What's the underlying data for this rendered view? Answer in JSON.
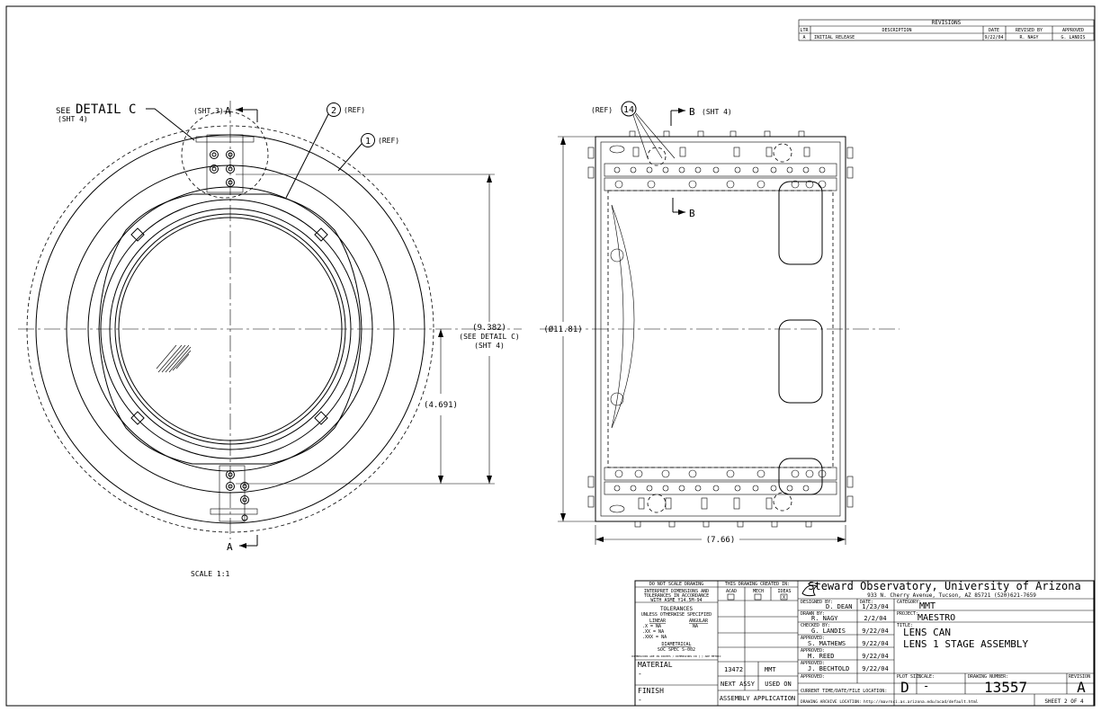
{
  "revisions": {
    "title": "REVISIONS",
    "headers": [
      "LTR",
      "DESCRIPTION",
      "DATE",
      "REVISED BY",
      "APPROVED"
    ],
    "rows": [
      [
        "A",
        "INITIAL RELEASE",
        "9/22/04",
        "R. NAGY",
        "G. LANDIS"
      ]
    ]
  },
  "left_view": {
    "see_detail_see": "SEE",
    "see_detail_name": "DETAIL C",
    "see_detail_sheet": "(SHT 4)",
    "section_top_sheet": "(SHT 3)",
    "section_letter": "A",
    "balloon_2": "2",
    "balloon_2_ref": "(REF)",
    "balloon_1": "1",
    "balloon_1_ref": "(REF)",
    "dim_9382": "(9.382)",
    "dim_9382_note1": "(SEE DETAIL C)",
    "dim_9382_note2": "(SHT 4)",
    "dim_4691": "(4.691)",
    "scale": "SCALE 1:1"
  },
  "right_view": {
    "ref_label": "(REF)",
    "balloon_14": "14",
    "section_b": "B",
    "section_b_sheet": "(SHT 4)",
    "dim_diameter": "(Ø11.81)",
    "dim_width": "(7.66)"
  },
  "title_block": {
    "do_not_scale": "DO NOT SCALE DRAWING",
    "interpret_1": "INTERPRET DIMENSIONS AND",
    "interpret_2": "TOLERANCES IN ACCORDANCE",
    "interpret_3": "WITH ASME Y14.5M-94",
    "tolerances": "TOLERANCES",
    "unless": "UNLESS OTHERWISE SPECIFIED",
    "linear": "LINEAR",
    "angular": "ANGULAR",
    "tol_x": ".X  = NA",
    "tol_xx": ".XX = NA",
    "tol_xxx": ".XXX = NA",
    "tol_ang": "NA",
    "diametrical": "DIAMETRICAL",
    "soc_spec": "SOC SPEC S-002",
    "dim_note": "DIMENSIONS ARE IN INCHES / DIMENSIONS IN [ ] ARE METRIC",
    "material": "MATERIAL",
    "material_value": "-",
    "finish": "FINISH",
    "finish_value": "-",
    "created_in": "THIS DRAWING CREATED IN:",
    "sw_acad": "ACAD",
    "sw_mech": "MECH",
    "sw_ideas": "IDEAS",
    "sw_check": "X",
    "next_assy_value": "13472",
    "used_on_value": "MMT",
    "next_assy": "NEXT ASSY",
    "used_on": "USED ON",
    "assembly_app": "ASSEMBLY APPLICATION",
    "org_name": "Steward Observatory, University of Arizona",
    "org_address": "933 N. Cherry Avenue, Tucson, AZ  85721  (520)621-7659",
    "designed_by_label": "DESIGNED BY:",
    "designed_by": "D. DEAN",
    "date_label": "DATE:",
    "designed_date": "1/23/04",
    "drawn_by_label": "DRAWN BY:",
    "drawn_by": "R. NAGY",
    "drawn_date": "2/2/04",
    "checked_by_label": "CHECKED BY:",
    "checked_by": "G. LANDIS",
    "checked_date": "9/22/04",
    "approved_label": "APPROVED:",
    "approved_1": "S. MATHEWS",
    "approved_1_date": "9/22/04",
    "approved_2": "M. REED",
    "approved_2_date": "9/22/04",
    "approved_3": "J. BECHTOLD",
    "approved_3_date": "9/22/04",
    "approved_4": "",
    "category_label": "CATEGORY:",
    "category": "MMT",
    "project_label": "PROJECT:",
    "project": "MAESTRO",
    "title_label": "TITLE:",
    "title_1": "LENS CAN",
    "title_2": "LENS 1 STAGE ASSEMBLY",
    "plot_size_label": "PLOT SIZE",
    "plot_size": "D",
    "scale_label": "SCALE:",
    "scale_value": "-",
    "drawing_number_label": "DRAWING NUMBER:",
    "drawing_number": "13557",
    "revision_label": "REVISION",
    "revision": "A",
    "current_time_label": "CURRENT TIME/DATE/FILE LOCATION:",
    "archive_label": "DRAWING ARCHIVE LOCATION:",
    "archive_url": "http://mavrnci.as.arizona.edu/acad/default.html",
    "sheet": "SHEET 2 OF 4"
  }
}
